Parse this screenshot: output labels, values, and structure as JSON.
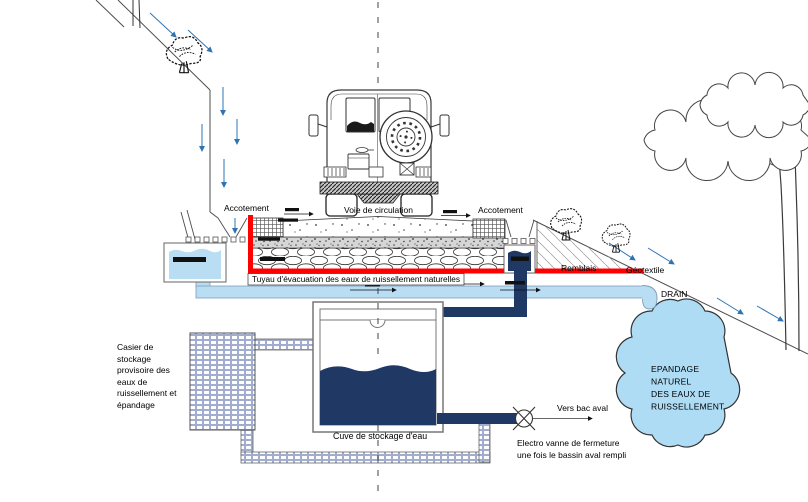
{
  "labels": {
    "accotement_left": "Accotement",
    "voie_de_circulation": "Voie de circulation",
    "accotement_right": "Accotement",
    "tuyau": "Tuyau d'évacuation des eaux de ruissellement naturelles",
    "remblais": "Remblais",
    "geotextile": "Géotextile",
    "drain": "DRAIN",
    "epandage_line1": "EPANDAGE",
    "epandage_line2": "NATUREL",
    "epandage_line3": "DES EAUX DE",
    "epandage_line4": "RUISSELLEMENT",
    "casier": "Casier de stockage provisoire des eaux de ruissellement et épandage",
    "cuve": "Cuve de stockage d'eau",
    "vers_bac_aval": "Vers bac aval",
    "electro_vanne_line1": "Electro vanne de fermeture",
    "electro_vanne_line2": "une fois le bassin aval rempli"
  },
  "colors": {
    "geotextile_red_line": "#ff0000",
    "runoff_light_blue": "#b9ddf2",
    "storage_dark_navy": "#1f3864",
    "cloud_fill": "#aedcf5",
    "flow_arrow_blue": "#2e74b5",
    "drawing_line_gray": "#4d4d4d"
  }
}
